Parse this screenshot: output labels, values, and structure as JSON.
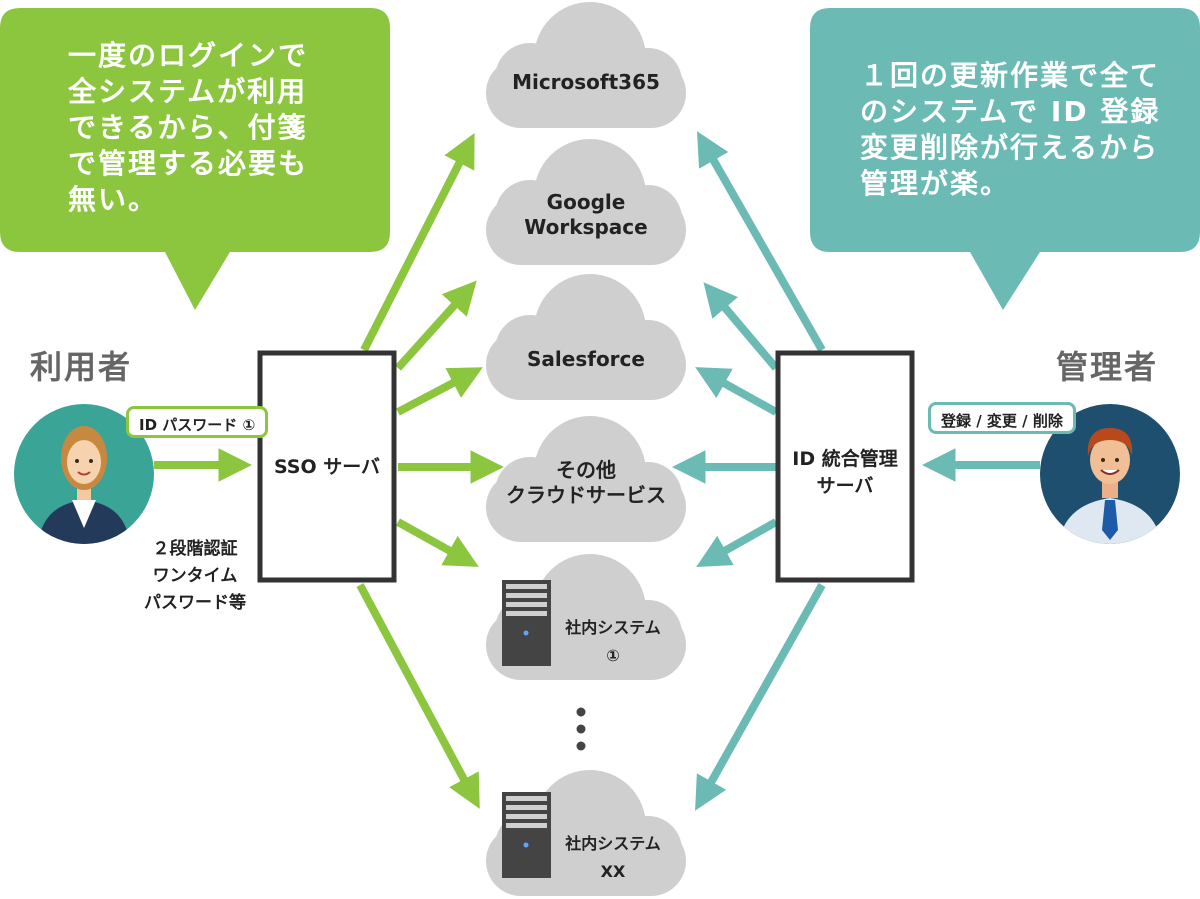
{
  "colors": {
    "green": "#8cc63f",
    "teal": "#6bbab4",
    "cloud": "#cfcfcf",
    "server_icon": "#444444",
    "user_circle": "#3aa597",
    "admin_circle": "#1f4f6e"
  },
  "left_bubble": {
    "text": "一度のログインで\n全システムが利用\nできるから、付箋\nで管理する必要も\n無い。"
  },
  "right_bubble": {
    "text": "１回の更新作業で全て\nのシステムで ID 登録\n変更削除が行えるから\n管理が楽。"
  },
  "user": {
    "label": "利用者",
    "credential": "ID パスワード ①",
    "auth_note": "２段階認証\nワンタイム\nパスワード等",
    "icon": "user-avatar-icon"
  },
  "admin": {
    "label": "管理者",
    "actions": "登録 / 変更 / 削除",
    "icon": "admin-avatar-icon"
  },
  "sso_server": {
    "label": "SSO サーバ"
  },
  "id_server": {
    "label": "ID 統合管理\nサーバ"
  },
  "clouds": [
    {
      "label": "Microsoft365"
    },
    {
      "label": "Google\nWorkspace"
    },
    {
      "label": "Salesforce"
    },
    {
      "label": "その他\nクラウドサービス"
    },
    {
      "label": "社内システム\n①",
      "icon": "server-rack-icon"
    },
    {
      "label": "社内システム\nXX",
      "icon": "server-rack-icon"
    }
  ],
  "ellipsis_icon": "vertical-ellipsis-icon"
}
